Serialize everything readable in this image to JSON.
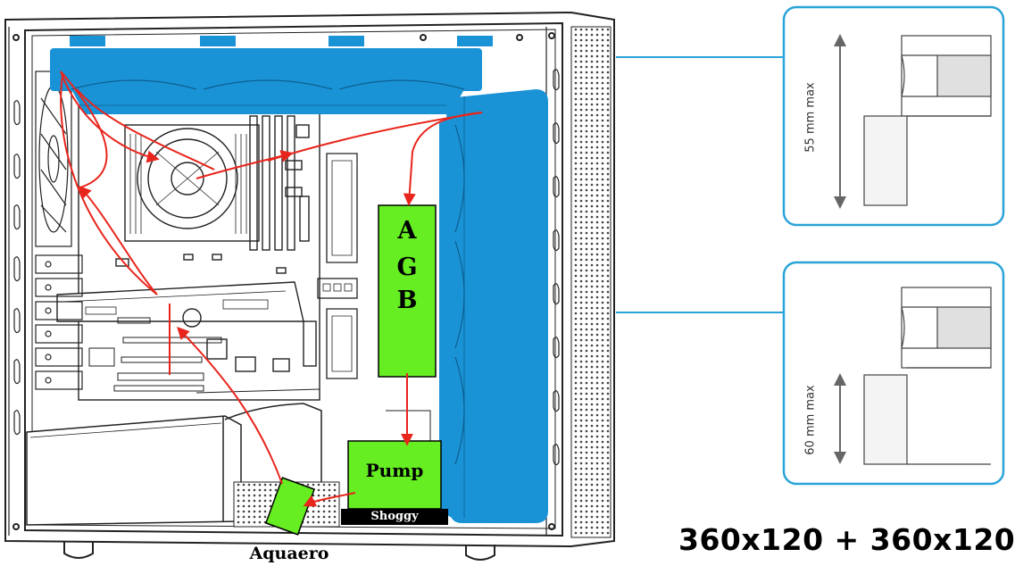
{
  "diagram": {
    "reservoir_block": {
      "letters": [
        "A",
        "G",
        "B"
      ],
      "color": "#66ee22"
    },
    "pump_block": {
      "label": "Pump",
      "brand_label": "Shoggy",
      "color": "#66ee22"
    },
    "controller_block": {
      "label": "Aquaero",
      "color": "#66ee22"
    },
    "radiator_color": "#1a93d6",
    "loop_line_color": "#e8251c",
    "callout_border_color": "#2aa3d8",
    "callouts": [
      {
        "dimension_label": "55 mm max"
      },
      {
        "dimension_label": "60 mm max"
      }
    ],
    "radiator_config_label": "360x120 + 360x120"
  }
}
